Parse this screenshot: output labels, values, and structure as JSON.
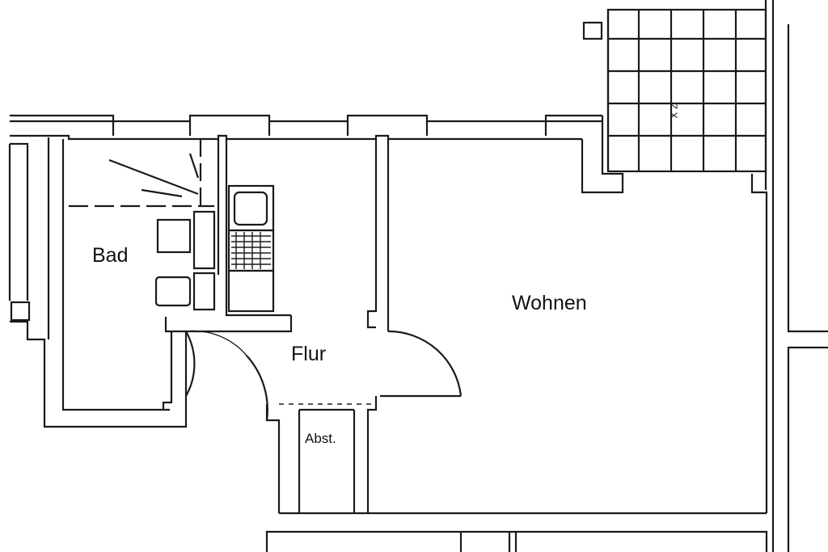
{
  "colors": {
    "line": "#1a1a1a",
    "background": "#ffffff"
  },
  "rooms": {
    "bad": {
      "label": "Bad"
    },
    "flur": {
      "label": "Flur"
    },
    "wohnen": {
      "label": "Wohnen"
    },
    "abstellraum": {
      "label": "Abst."
    }
  },
  "fixtures": {
    "balcony": {
      "marking": "Z X"
    }
  },
  "icons": [
    "shower-icon",
    "sink-icon",
    "toilet-icon",
    "stove-icon",
    "kitchen-sink-icon",
    "radiator-icon"
  ]
}
